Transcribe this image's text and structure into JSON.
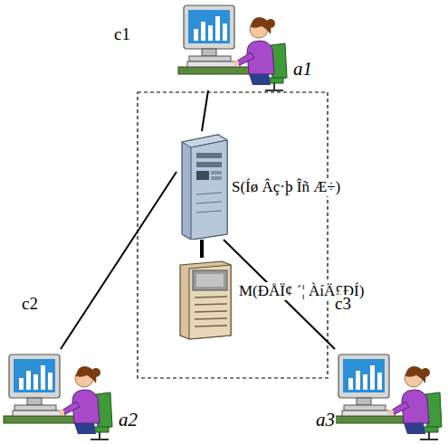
{
  "diagram": {
    "nodes": [
      {
        "text": [
          "a1"
        ]
      },
      {
        "text": [
          "S(Íø Âç·þ Îñ Æ÷)"
        ]
      },
      {
        "text": [
          "M(ÐÅÏ¢ ´¦ ÀíÄ£ÐÍ)"
        ]
      },
      {
        "text": [
          "a2"
        ]
      },
      {
        "text": [
          "a3"
        ]
      }
    ],
    "edges": [
      {
        "from": 0,
        "to": 1,
        "arrow": "none",
        "label": "c1"
      },
      {
        "from": 3,
        "to": 1,
        "arrow": "none",
        "label": "c2"
      },
      {
        "from": 4,
        "to": 1,
        "arrow": "none",
        "label": "c3"
      },
      {
        "from": 1,
        "to": 2,
        "arrow": "none"
      }
    ]
  }
}
